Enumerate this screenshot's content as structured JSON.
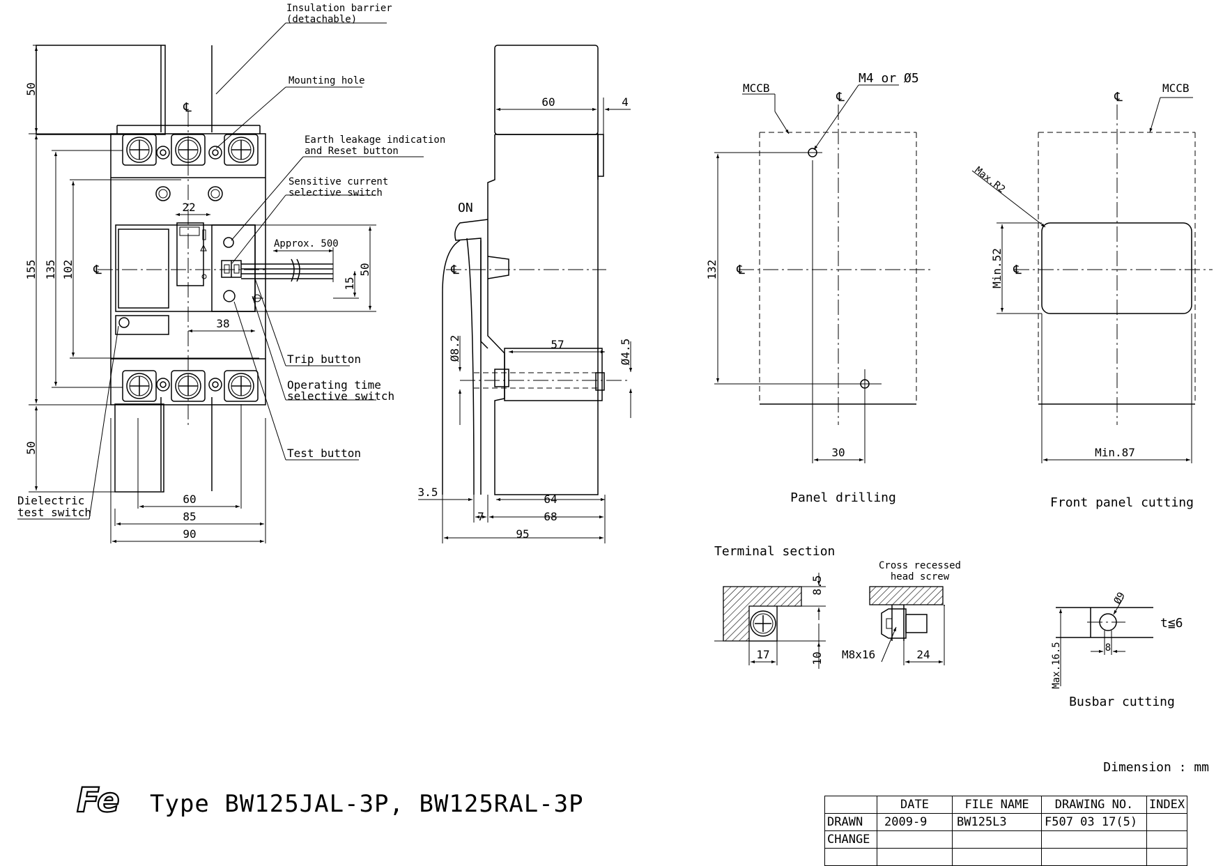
{
  "title": "Type BW125JAL-3P, BW125RAL-3P",
  "logo": "Fe",
  "unit_note": "Dimension : mm",
  "callouts": {
    "insulation_1": "Insulation barrier",
    "insulation_2": "(detachable)",
    "mounting_hole": "Mounting hole",
    "earth_1": "Earth leakage indication",
    "earth_2": "and Reset button",
    "sens_1": "Sensitive current",
    "sens_2": "selective switch",
    "approx": "Approx. 500",
    "trip": "Trip button",
    "optime_1": "Operating time",
    "optime_2": "selective switch",
    "test": "Test button",
    "dielectric_1": "Dielectric",
    "dielectric_2": "test switch",
    "on": "ON",
    "mccb_left": "MCCB",
    "mccb_right": "MCCB",
    "m4": "M4 or Ø5",
    "maxr2": "Max.R2",
    "cross_1": "Cross recessed",
    "cross_2": "head screw",
    "m8": "M8x16",
    "t6": "t≦6"
  },
  "centerline_mark": "℄",
  "front_dims": {
    "d50_top": "50",
    "d155": "155",
    "d135": "135",
    "d102": "102",
    "d50_bot": "50",
    "d22": "22",
    "d38": "38",
    "d50_r": "50",
    "d15": "15",
    "d60": "60",
    "d85": "85",
    "d90": "90"
  },
  "side_dims": {
    "d60": "60",
    "d4": "4",
    "d57": "57",
    "d82": "Ø8.2",
    "d45": "Ø4.5",
    "d35": "3.5",
    "d64": "64",
    "d7": "7",
    "d68": "68",
    "d95": "95"
  },
  "panel_dims": {
    "d132": "132",
    "d30": "30",
    "min52": "Min.52",
    "min87": "Min.87"
  },
  "terminal_dims": {
    "d85": "8.5",
    "d10": "10",
    "d17": "17",
    "d24": "24"
  },
  "busbar_dims": {
    "d9": "Ø9",
    "d8": "8",
    "max165": "Max.16.5"
  },
  "labels": {
    "panel_drilling": "Panel drilling",
    "front_panel_cutting": "Front panel cutting",
    "terminal_section": "Terminal section",
    "busbar_cutting": "Busbar cutting"
  },
  "table": {
    "headers": [
      "",
      "DATE",
      "FILE NAME",
      "DRAWING NO.",
      "INDEX"
    ],
    "rows": [
      [
        "DRAWN",
        "2009-9",
        "BW125L3",
        "F507 03 17(5)",
        ""
      ],
      [
        "CHANGE",
        "",
        "",
        "",
        ""
      ],
      [
        "",
        "",
        "",
        "",
        ""
      ]
    ]
  }
}
